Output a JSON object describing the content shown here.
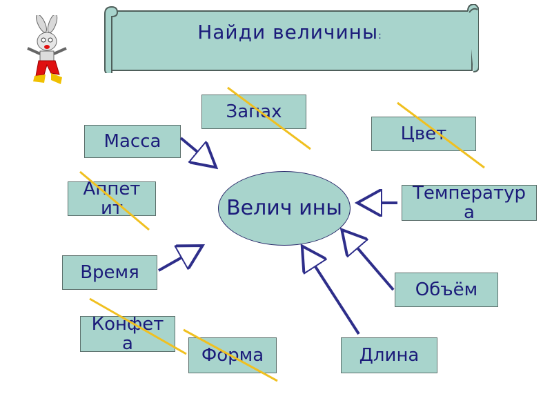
{
  "title": {
    "text": "Найди величины",
    "colon": ":"
  },
  "center": {
    "label_line1": "Велич",
    "label_line2": "ины"
  },
  "words": {
    "massa": "Масса",
    "zapakh": "Запах",
    "tsvet": "Цвет",
    "appetit_line1": "Аппет",
    "appetit_line2": "ит",
    "temperatura_line1": "Температур",
    "temperatura_line2": "а",
    "vremya": "Время",
    "obyom": "Объём",
    "konfeta_line1": "Конфет",
    "konfeta_line2": "а",
    "forma": "Форма",
    "dlina": "Длина"
  },
  "colors": {
    "box_fill": "#a8d4cc",
    "text": "#1b1b7a",
    "arrow": "#2e2e8a",
    "strike": "#f0c020"
  }
}
